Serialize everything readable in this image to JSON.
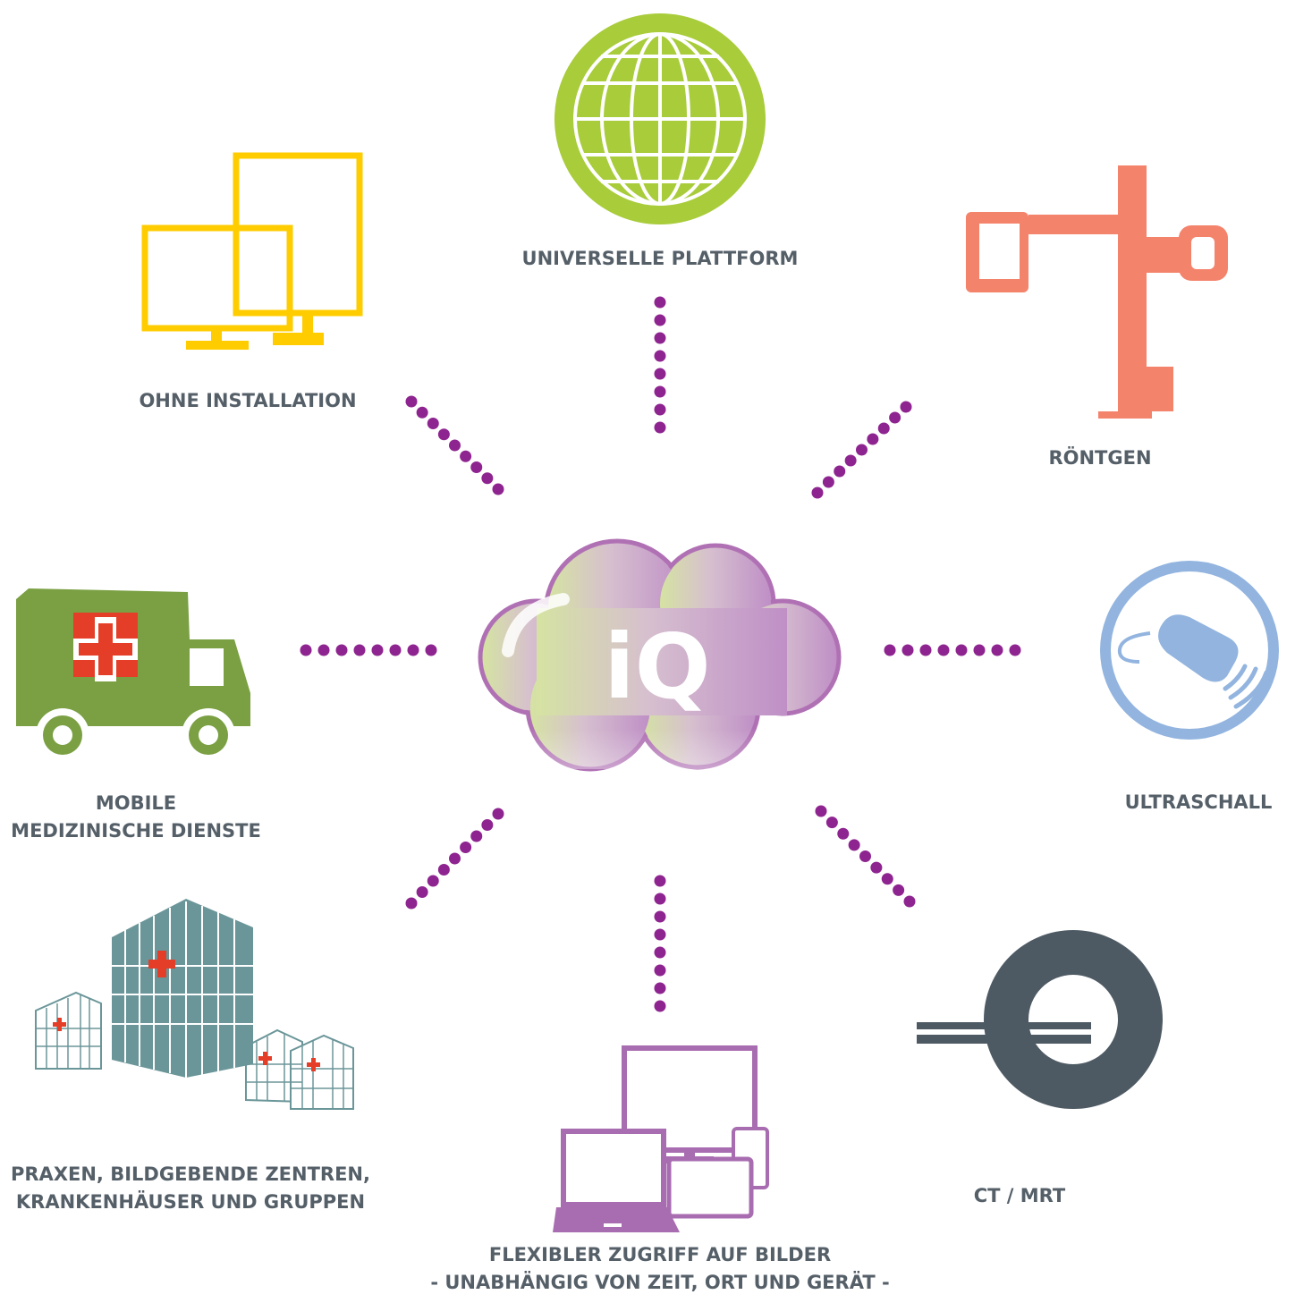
{
  "hub": {
    "logo_text": "iQ"
  },
  "nodes": [
    {
      "id": "universelle-plattform",
      "lines": [
        "UNIVERSELLE PLATTFORM"
      ],
      "icon": "globe-icon",
      "color": "#a8cc3a"
    },
    {
      "id": "ohne-installation",
      "lines": [
        "OHNE INSTALLATION"
      ],
      "icon": "monitors-icon",
      "color": "#ffcc00"
    },
    {
      "id": "roentgen",
      "lines": [
        "RÖNTGEN"
      ],
      "icon": "x-ray-machine-icon",
      "color": "#f4836c"
    },
    {
      "id": "mobile",
      "lines": [
        "MOBILE",
        "MEDIZINISCHE DIENSTE"
      ],
      "icon": "ambulance-truck-icon",
      "color": "#7aa043"
    },
    {
      "id": "ultraschall",
      "lines": [
        "ULTRASCHALL"
      ],
      "icon": "ultrasound-probe-icon",
      "color": "#92b4df"
    },
    {
      "id": "praxen",
      "lines": [
        "PRAXEN, BILDGEBENDE ZENTREN,",
        "KRANKENHÄUSER UND GRUPPEN"
      ],
      "icon": "hospital-buildings-icon",
      "color": "#6b9699"
    },
    {
      "id": "ct-mrt",
      "lines": [
        "CT / MRT"
      ],
      "icon": "ct-scanner-icon",
      "color": "#4e5a63"
    },
    {
      "id": "flexibler-zugriff",
      "lines": [
        "FLEXIBLER ZUGRIFF AUF BILDER",
        "- UNABHÄNGIG VON ZEIT, ORT UND GERÄT -"
      ],
      "icon": "devices-icon",
      "color": "#a86cb0"
    }
  ],
  "connector_color": "#8e2490",
  "label_color": "#555f68"
}
